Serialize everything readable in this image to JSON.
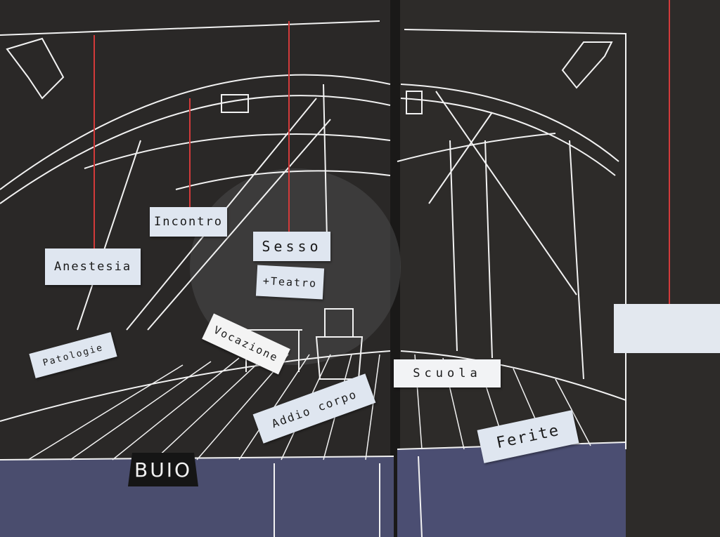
{
  "artwork": {
    "labels": {
      "anestesia": "Anestesia",
      "incontro": "Incontro",
      "sesso": "Sesso",
      "teatro": "+Teatro",
      "patologie": "Patologie",
      "vocazione": "Vocazione",
      "scuola": "Scuola",
      "addio_corpo": "Addio corpo",
      "ferite": "Ferite",
      "buio": "BUIO"
    },
    "colors": {
      "background": "#2b2927",
      "line": "#f2f2f2",
      "stage": "#4a4d6e",
      "string": "#d23a3a",
      "paper": "#dfe6f0"
    }
  }
}
